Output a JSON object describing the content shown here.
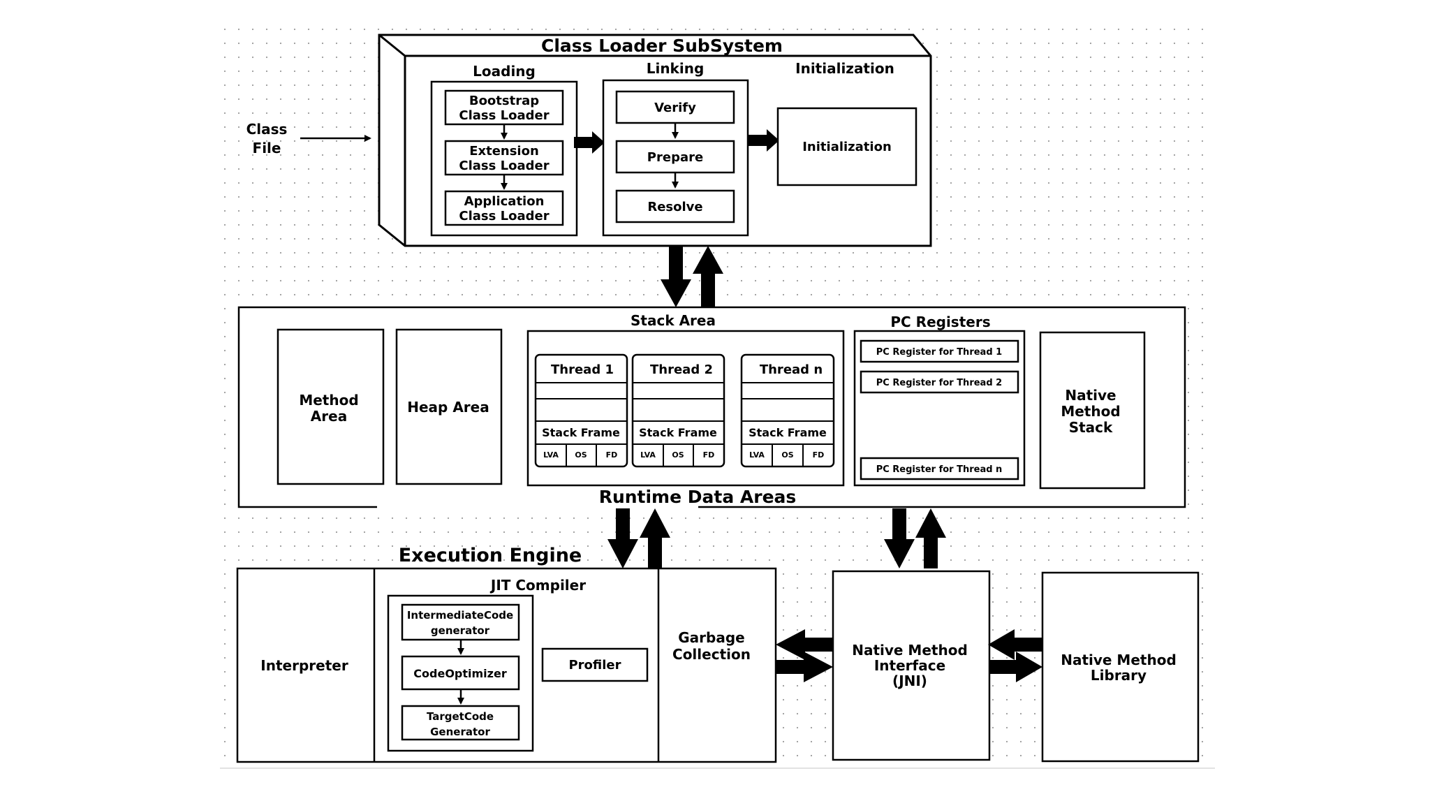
{
  "class_file": {
    "line1": "Class",
    "line2": "File"
  },
  "class_loader": {
    "title": "Class Loader SubSystem",
    "loading": {
      "title": "Loading",
      "bootstrap": [
        "Bootstrap",
        "Class Loader"
      ],
      "extension": [
        "Extension",
        "Class Loader"
      ],
      "application": [
        "Application",
        "Class Loader"
      ]
    },
    "linking": {
      "title": "Linking",
      "verify": "Verify",
      "prepare": "Prepare",
      "resolve": "Resolve"
    },
    "initialization": {
      "title": "Initialization",
      "box": "Initialization"
    }
  },
  "runtime": {
    "title": "Runtime Data Areas",
    "method_area": [
      "Method",
      "Area"
    ],
    "heap_area": "Heap Area",
    "stack_area": {
      "title": "Stack Area",
      "threads": [
        {
          "name": "Thread 1",
          "frame": "Stack Frame",
          "cells": [
            "LVA",
            "OS",
            "FD"
          ]
        },
        {
          "name": "Thread 2",
          "frame": "Stack Frame",
          "cells": [
            "LVA",
            "OS",
            "FD"
          ]
        },
        {
          "name": "Thread n",
          "frame": "Stack Frame",
          "cells": [
            "LVA",
            "OS",
            "FD"
          ]
        }
      ]
    },
    "pc_registers": {
      "title": "PC Registers",
      "items": [
        "PC Register for Thread 1",
        "PC Register for Thread 2",
        "PC Register for Thread n"
      ]
    },
    "native_method_stack": [
      "Native",
      "Method",
      "Stack"
    ]
  },
  "execution_engine": {
    "title": "Execution Engine",
    "interpreter": "Interpreter",
    "jit": {
      "title": "JIT Compiler",
      "intermediate": [
        "IntermediateCode",
        "generator"
      ],
      "optimizer": "CodeOptimizer",
      "target": [
        "TargetCode",
        "Generator"
      ],
      "profiler": "Profiler"
    },
    "garbage": [
      "Garbage",
      "Collection"
    ]
  },
  "jni": [
    "Native Method",
    "Interface",
    "(JNI)"
  ],
  "native_library": [
    "Native Method",
    "Library"
  ]
}
